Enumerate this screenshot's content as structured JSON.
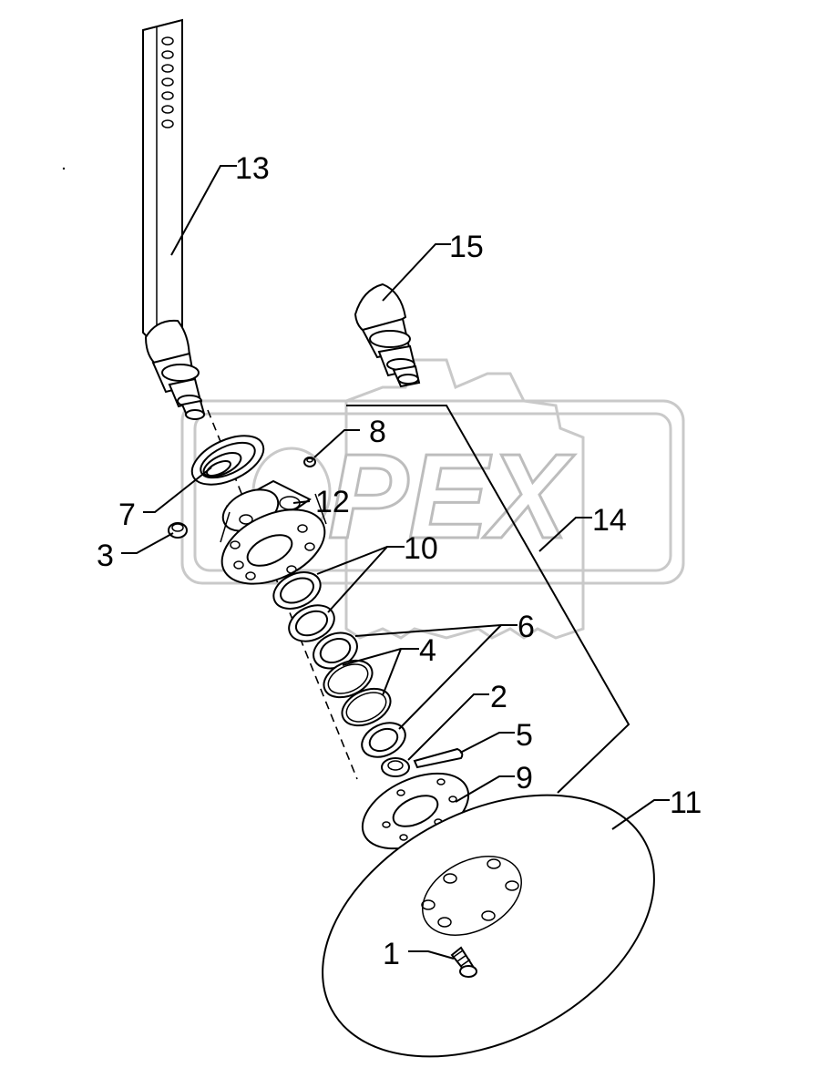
{
  "watermark": {
    "text": "PEX",
    "color": "#c9c9c9"
  },
  "callouts": {
    "c1": "1",
    "c2": "2",
    "c3": "3",
    "c4": "4",
    "c5": "5",
    "c6": "6",
    "c7": "7",
    "c8": "8",
    "c9": "9",
    "c10": "10",
    "c11": "11",
    "c12": "12",
    "c13": "13",
    "c14": "14",
    "c15": "15"
  }
}
